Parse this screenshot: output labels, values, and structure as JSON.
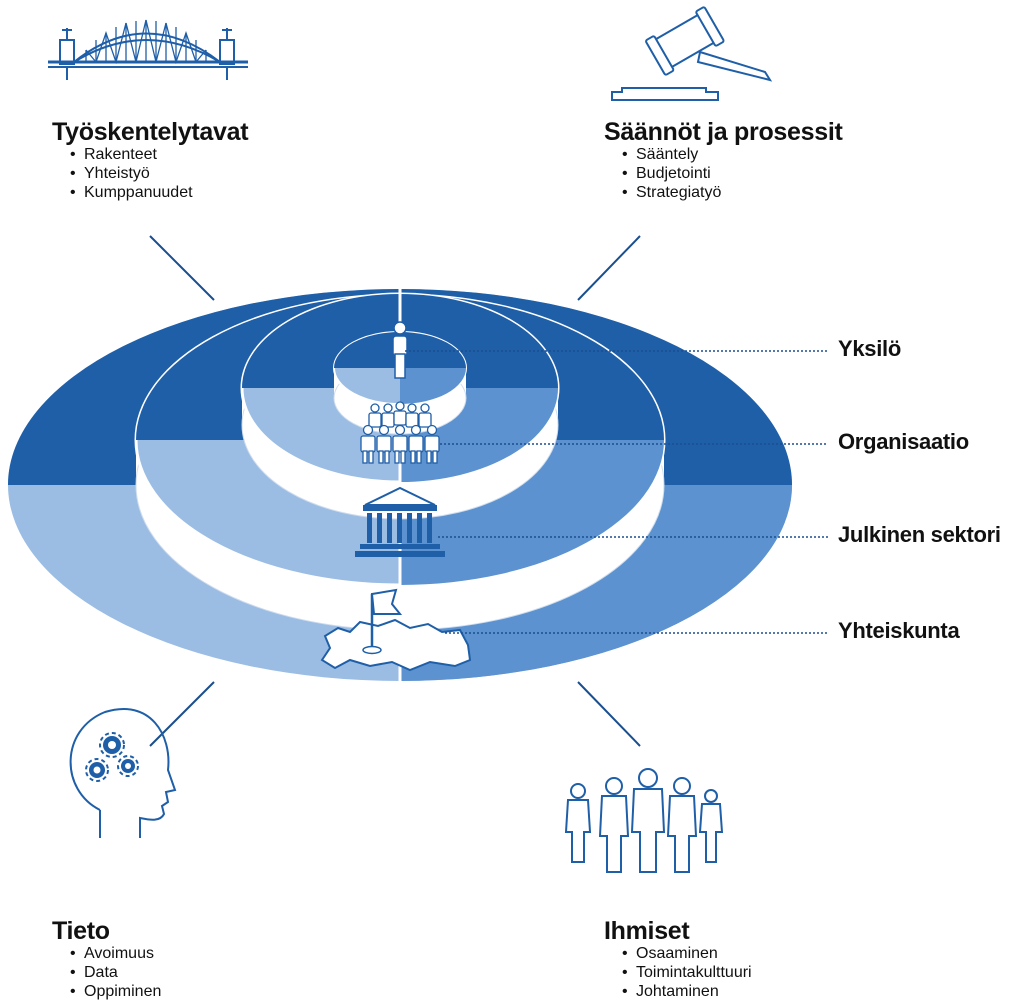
{
  "quadrants": {
    "top_left": {
      "icon": "bridge-icon",
      "title": "Työskentelytavat",
      "items": [
        "Rakenteet",
        "Yhteistyö",
        "Kumppanuudet"
      ]
    },
    "top_right": {
      "icon": "gavel-icon",
      "title": "Säännöt ja prosessit",
      "items": [
        "Sääntely",
        "Budjetointi",
        "Strategiatyö"
      ]
    },
    "bottom_left": {
      "icon": "head-gears-icon",
      "title": "Tieto",
      "items": [
        "Avoimuus",
        "Data",
        "Oppiminen"
      ]
    },
    "bottom_right": {
      "icon": "people-group-icon",
      "title": "Ihmiset",
      "items": [
        "Osaaminen",
        "Toimintakulttuuri",
        "Johtaminen"
      ]
    }
  },
  "levels": [
    "Yksilö",
    "Organisaatio",
    "Julkinen sektori",
    "Yhteiskunta"
  ],
  "colors": {
    "dark_blue": "#1f5fa8",
    "mid_blue": "#5b92cf",
    "light_blue": "#9bbde4",
    "line": "#1a4f8f"
  }
}
